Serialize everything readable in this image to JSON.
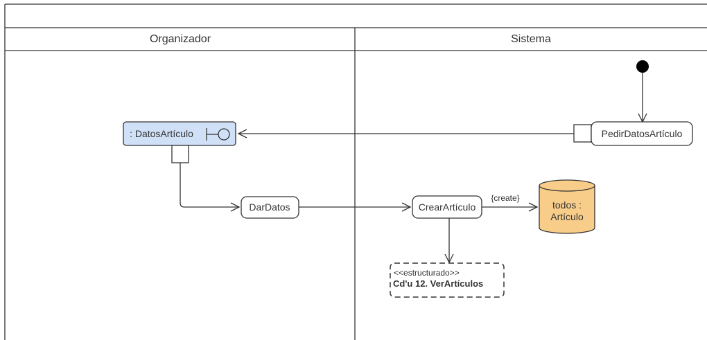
{
  "swimlanes": {
    "left_label": "Organizador",
    "right_label": "Sistema"
  },
  "nodes": {
    "datos_articulo": ": DatosArtículo",
    "pedir_datos": "PedirDatosArtículo",
    "dar_datos": "DarDatos",
    "crear_articulo": "CrearArtículo",
    "todos_line1": "todos :",
    "todos_line2": "Artículo",
    "estructurado_stereotype": "<<estructurado>>",
    "estructurado_name": "Cd'u 12. VerArtículos"
  },
  "edges": {
    "create_label": "{create}"
  },
  "colors": {
    "boundary_fill": "#cfe0f7",
    "datastore_fill": "#f8cd8a",
    "initial_node": "#000000",
    "line": "#333333"
  }
}
